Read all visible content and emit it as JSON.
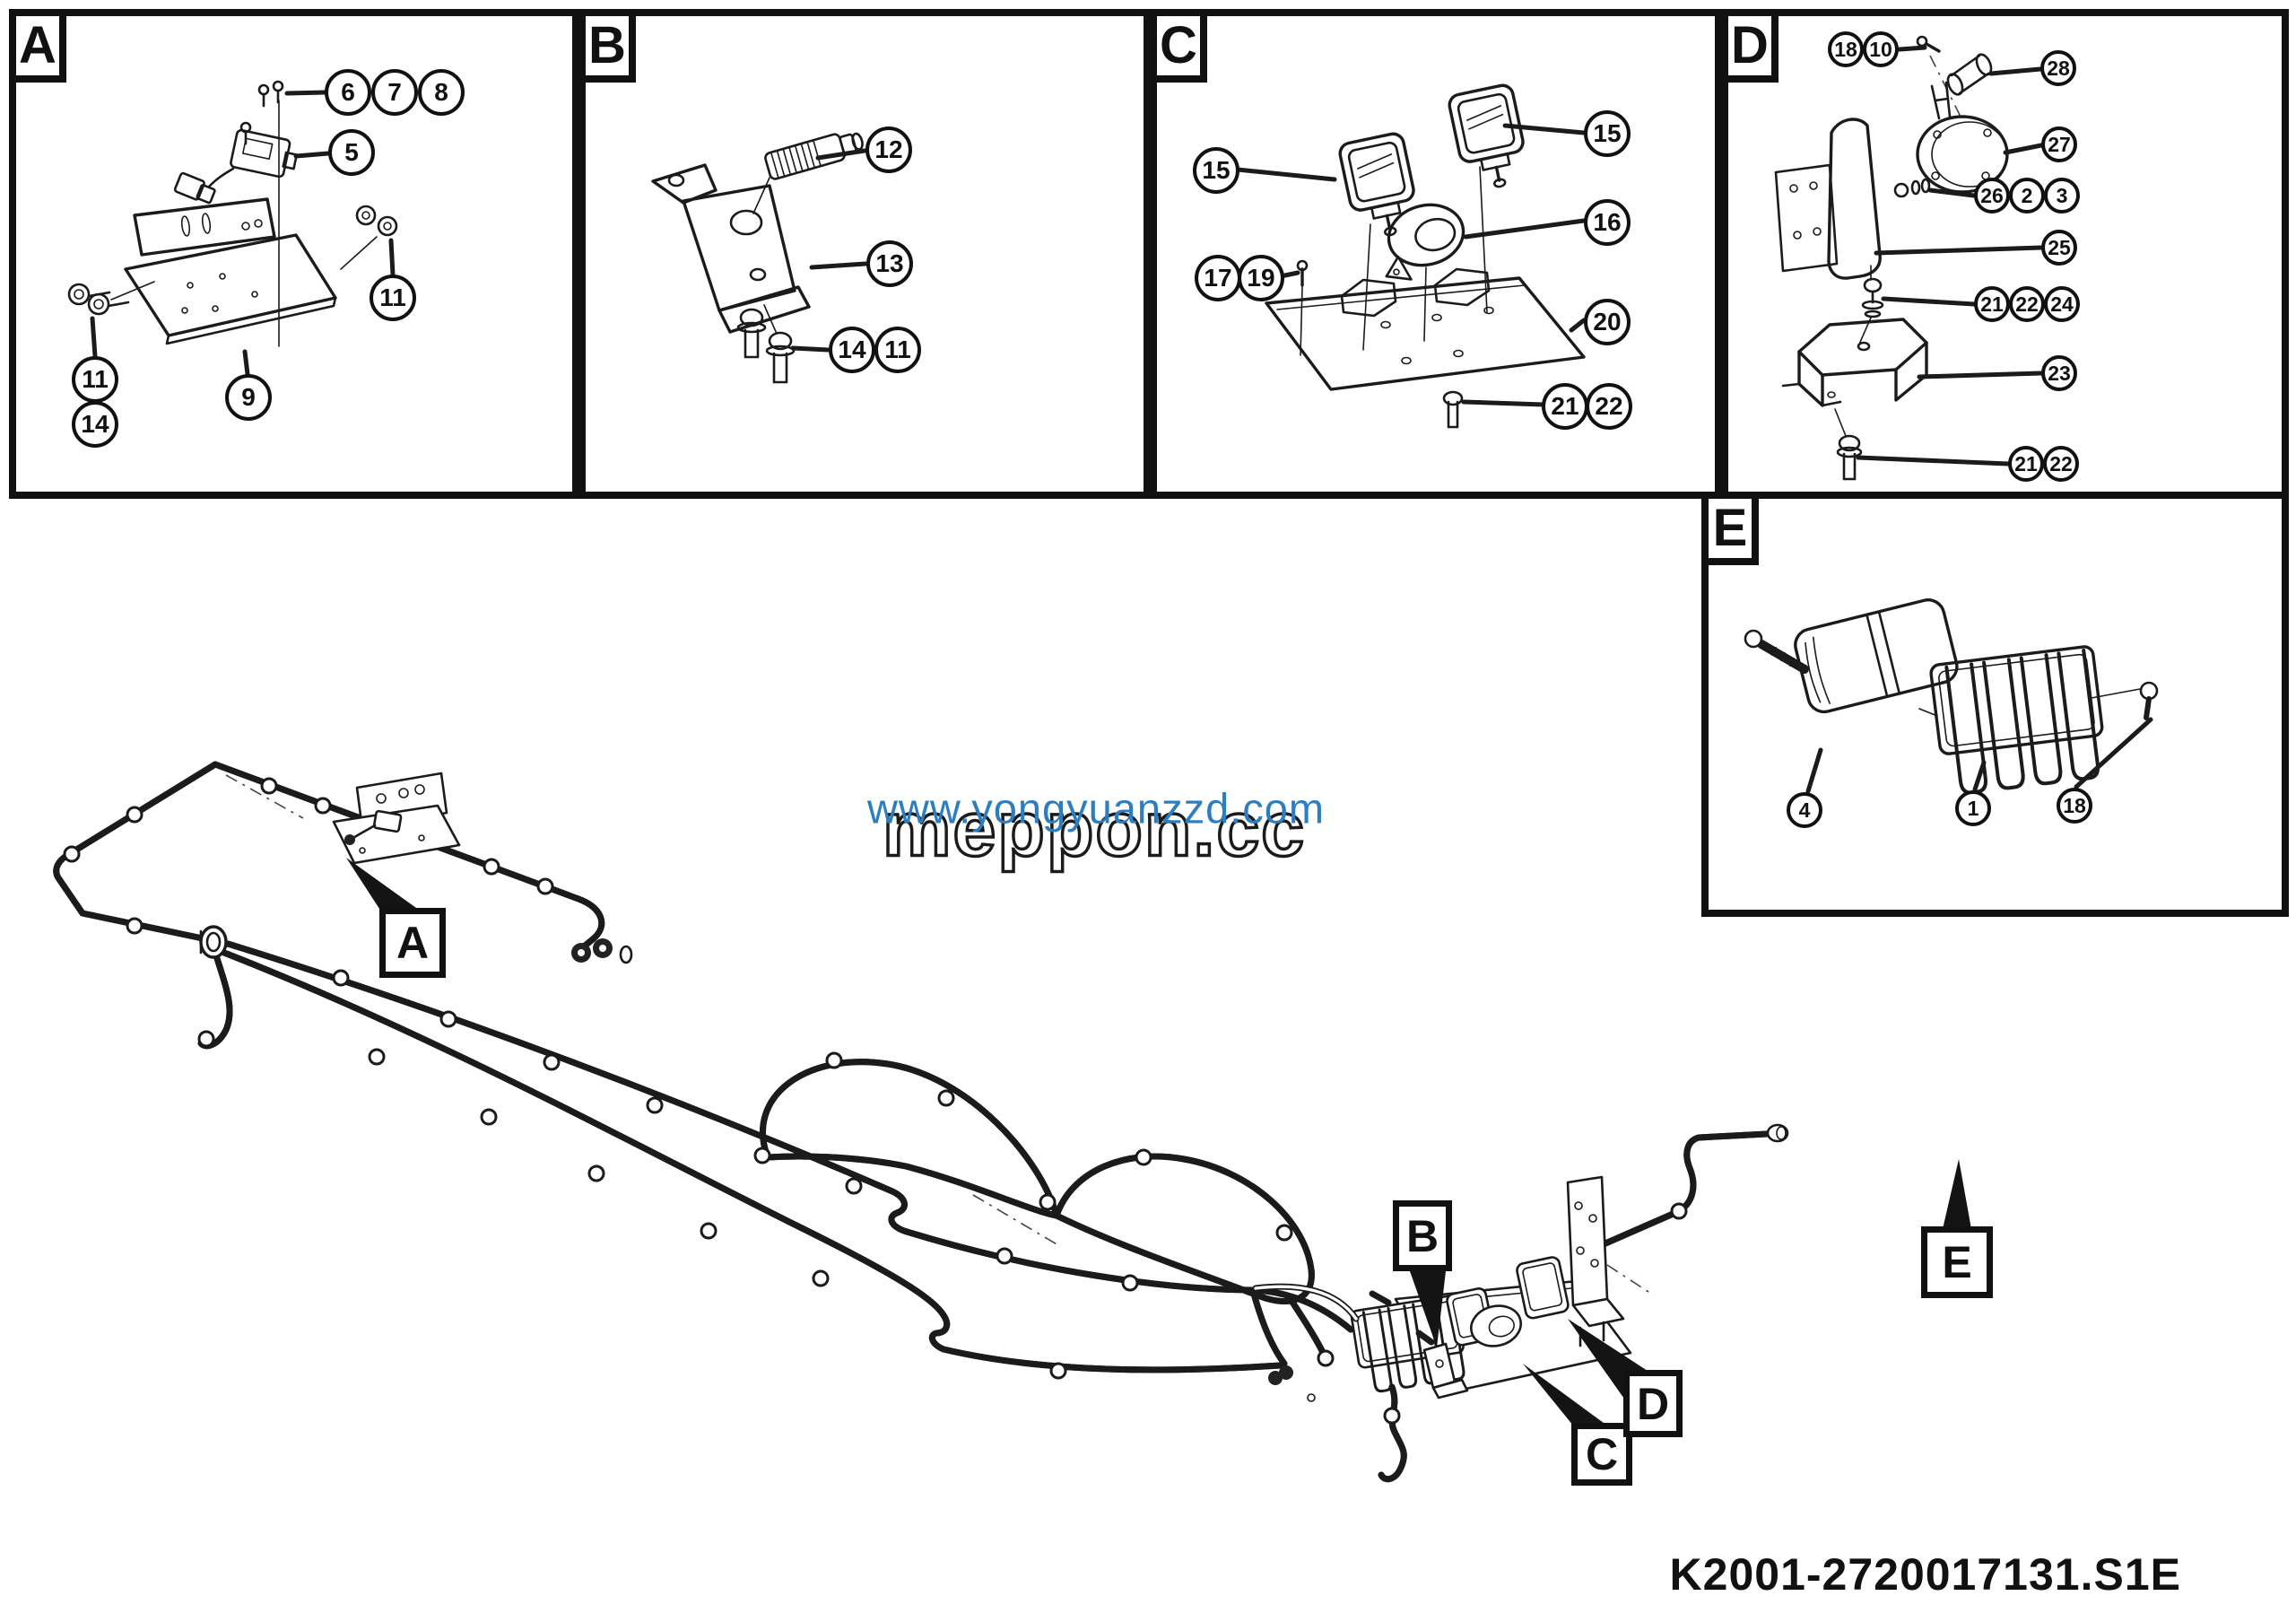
{
  "doc_code": "K2001-2720017131.S1E",
  "watermark": {
    "url_text": "www.yongyuanzzd.com",
    "site_text": "meppon.cc",
    "url_color": "#2d7dc1"
  },
  "panels": {
    "a": "A",
    "b": "B",
    "c": "C",
    "d": "D",
    "e": "E"
  },
  "pointer_labels": {
    "a": "A",
    "b": "B",
    "c": "C",
    "d": "D",
    "e": "E"
  },
  "callouts": {
    "a6": "6",
    "a7": "7",
    "a8": "8",
    "a5": "5",
    "a9": "9",
    "a11_left": "11",
    "a14": "14",
    "a11_right": "11",
    "b12": "12",
    "b13": "13",
    "b14": "14",
    "b11": "11",
    "c15_left": "15",
    "c15_right": "15",
    "c16": "16",
    "c17": "17",
    "c19": "19",
    "c20": "20",
    "c21": "21",
    "c22": "22",
    "d18": "18",
    "d10": "10",
    "d28": "28",
    "d27": "27",
    "d26": "26",
    "d2": "2",
    "d3": "3",
    "d25": "25",
    "d21_mid": "21",
    "d22_mid": "22",
    "d24": "24",
    "d23": "23",
    "d21_bot": "21",
    "d22_bot": "22",
    "e4": "4",
    "e1": "1",
    "e18": "18"
  }
}
